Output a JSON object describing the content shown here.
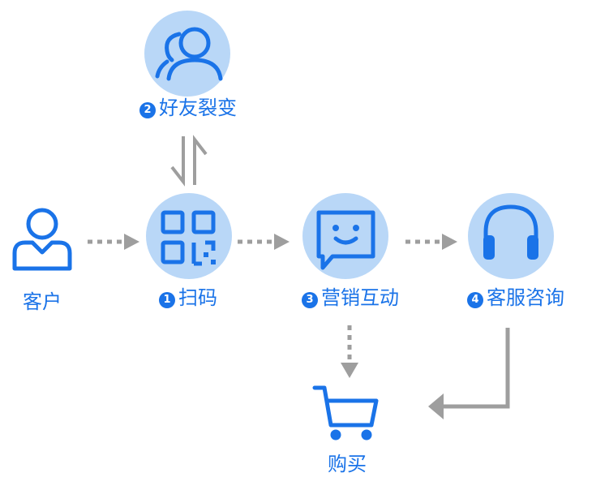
{
  "colors": {
    "accent": "#1a73e8",
    "circle": "#b9d7f7",
    "arrow": "#9e9e9e"
  },
  "nodes": {
    "customer": {
      "label": "客户",
      "icon": "person-icon"
    },
    "scan": {
      "num": "1",
      "label": "扫码",
      "icon": "qr-code-icon"
    },
    "referral": {
      "num": "2",
      "label": "好友裂变",
      "icon": "users-icon"
    },
    "marketing": {
      "num": "3",
      "label": "营销互动",
      "icon": "chat-smile-icon"
    },
    "service": {
      "num": "4",
      "label": "客服咨询",
      "icon": "headphones-icon"
    },
    "purchase": {
      "label": "购买",
      "icon": "shopping-cart-icon"
    }
  }
}
